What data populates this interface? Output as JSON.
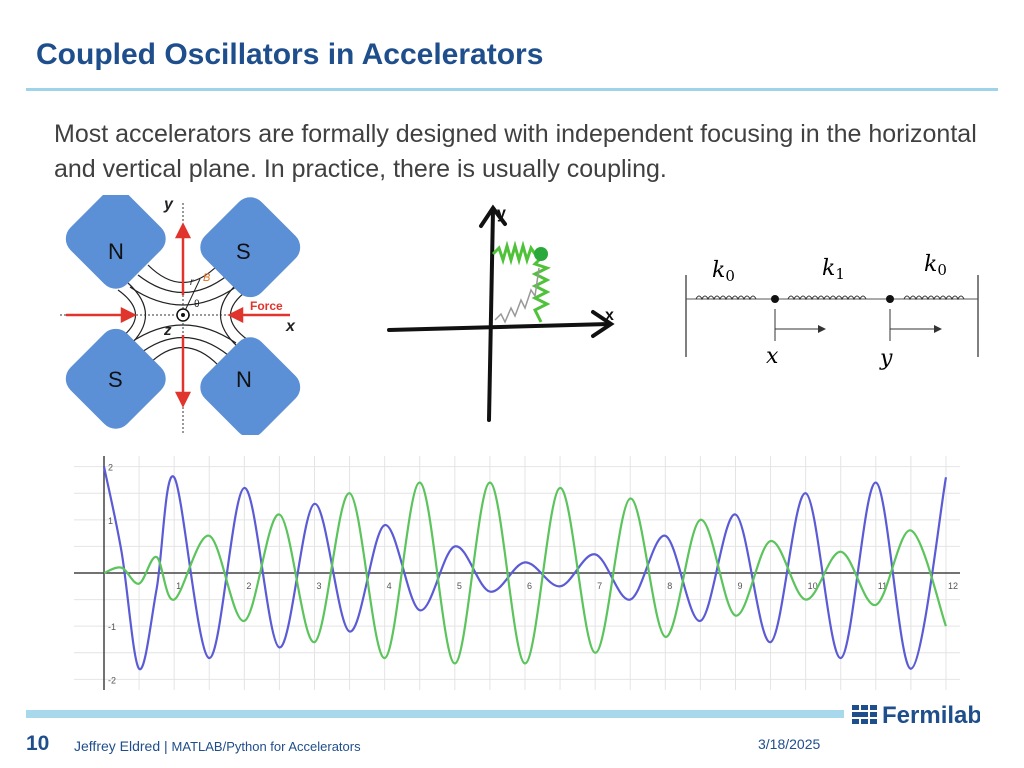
{
  "slide": {
    "title": "Coupled Oscillators in Accelerators",
    "body": "Most accelerators are formally designed with independent focusing in the horizontal and vertical plane. In practice, there is usually coupling."
  },
  "quad_figure": {
    "poles": [
      "N",
      "S",
      "S",
      "N"
    ],
    "axis_y": "y",
    "axis_x": "x",
    "axis_z": "z",
    "force_label": "Force",
    "b_label": "B",
    "r_label": "r",
    "theta_label": "θ"
  },
  "sketch_figure": {
    "axis_y": "y",
    "axis_x": "x"
  },
  "spring_figure": {
    "spring_labels": [
      "k",
      "k",
      "k"
    ],
    "spring_subscripts": [
      "0",
      "1",
      "0"
    ],
    "mass_labels": [
      "x",
      "y"
    ]
  },
  "chart_data": {
    "type": "line",
    "x": [
      0,
      0.25,
      0.5,
      0.75,
      1,
      1.5,
      2,
      2.5,
      3,
      3.5,
      4,
      4.5,
      5,
      5.5,
      6,
      6.5,
      7,
      7.5,
      8,
      8.5,
      9,
      9.5,
      10,
      10.5,
      11,
      11.5,
      12
    ],
    "series": [
      {
        "color": "#5b5bd6",
        "values": [
          2,
          0.4,
          -1.8,
          -0.3,
          1.8,
          -1.6,
          1.6,
          -1.4,
          1.3,
          -1.1,
          0.9,
          -0.7,
          0.5,
          -0.35,
          0.2,
          -0.25,
          0.35,
          -0.5,
          0.7,
          -0.9,
          1.1,
          -1.3,
          1.5,
          -1.6,
          1.7,
          -1.8,
          1.8
        ]
      },
      {
        "color": "#5cc45c",
        "values": [
          0,
          0.1,
          -0.2,
          0.3,
          -0.5,
          0.7,
          -0.9,
          1.1,
          -1.3,
          1.5,
          -1.6,
          1.7,
          -1.7,
          1.7,
          -1.7,
          1.6,
          -1.5,
          1.4,
          -1.2,
          1.0,
          -0.8,
          0.6,
          -0.5,
          0.4,
          -0.6,
          0.8,
          -1.0
        ]
      }
    ],
    "xticks": [
      "1",
      "2",
      "3",
      "4",
      "5",
      "6",
      "7",
      "8",
      "9",
      "10",
      "11",
      "12"
    ],
    "yticks": [
      "2",
      "1",
      "-1",
      "-2"
    ],
    "xlim": [
      0,
      12.2
    ],
    "ylim": [
      -2.2,
      2.2
    ],
    "grid": true
  },
  "footer": {
    "page_number": "10",
    "author": "Jeffrey Eldred",
    "separator": " | ",
    "course": "MATLAB/Python for Accelerators",
    "date": "3/18/2025",
    "logo_text": "Fermilab"
  },
  "colors": {
    "title": "#1f4e8c",
    "rule": "#9fd3ea",
    "pole": "#5b8fd6",
    "arrow": "#e0342c"
  }
}
